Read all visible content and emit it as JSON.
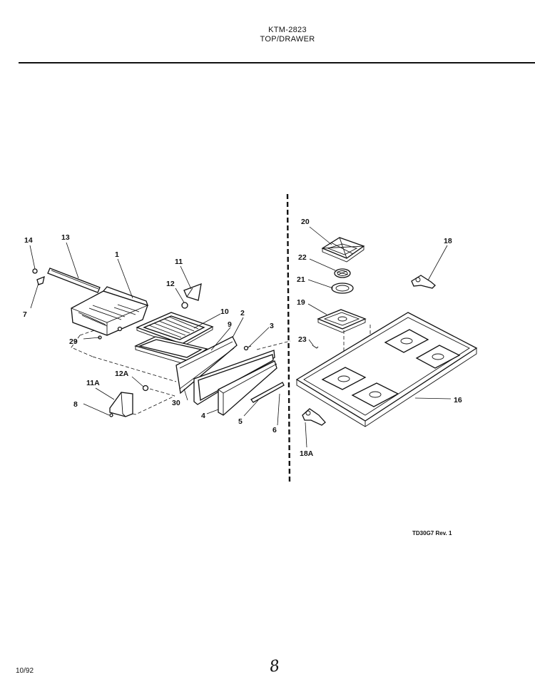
{
  "header": {
    "model": "KTM-2823",
    "section": "TOP/DRAWER"
  },
  "footer": {
    "revision": "TD30G7 Rev. 1",
    "date": "10/92",
    "page_mark": "8"
  },
  "callouts": {
    "c1": "1",
    "c2": "2",
    "c3": "3",
    "c4": "4",
    "c5": "5",
    "c6": "6",
    "c7": "7",
    "c8": "8",
    "c9": "9",
    "c10": "10",
    "c11": "11",
    "c11a": "11A",
    "c12": "12",
    "c12a": "12A",
    "c13": "13",
    "c14": "14",
    "c16": "16",
    "c18": "18",
    "c18a": "18A",
    "c19": "19",
    "c20": "20",
    "c21": "21",
    "c22": "22",
    "c23": "23",
    "c29": "29",
    "c30": "30"
  }
}
